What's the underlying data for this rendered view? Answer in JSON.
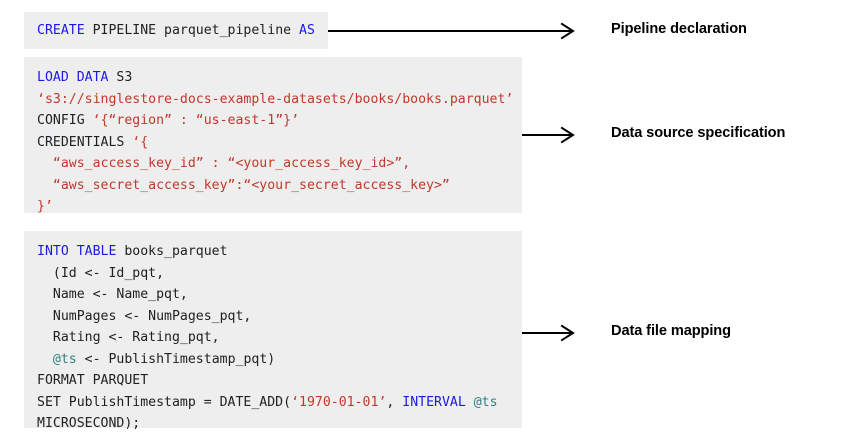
{
  "diagram": {
    "title": "CREATE PIPELINE parquet_pipeline annotated syntax breakdown",
    "colors": {
      "code_background": "#eeeeee",
      "keyword": "#1a1ae6",
      "string": "#c0392b",
      "variable": "#2f8080",
      "text": "#202124",
      "arrow": "#000000",
      "page_background": "#ffffff"
    }
  },
  "blocks": [
    {
      "id": "declaration",
      "name": "pipeline-declaration-block",
      "lines": [
        [
          {
            "t": "CREATE",
            "c": "kw"
          },
          {
            "t": " PIPELINE parquet_pipeline ",
            "c": "plain"
          },
          {
            "t": "AS",
            "c": "kw"
          }
        ]
      ],
      "annotation": {
        "label": "Pipeline declaration",
        "arrow": "arrow-right"
      }
    },
    {
      "id": "source",
      "name": "data-source-specification-block",
      "lines": [
        [
          {
            "t": "LOAD DATA",
            "c": "kw"
          },
          {
            "t": " S3",
            "c": "plain"
          }
        ],
        [
          {
            "t": "‘s3://singlestore-docs-example-datasets/books/books.parquet’",
            "c": "str"
          }
        ],
        [
          {
            "t": "CONFIG ",
            "c": "plain"
          },
          {
            "t": "‘{“region” : “us-east-1”}’",
            "c": "str"
          }
        ],
        [
          {
            "t": "CREDENTIALS ",
            "c": "plain"
          },
          {
            "t": "‘{",
            "c": "str"
          }
        ],
        [
          {
            "t": "  “aws_access_key_id” : “<your_access_key_id>”,",
            "c": "str"
          }
        ],
        [
          {
            "t": "  “aws_secret_access_key”:“<your_secret_access_key>”",
            "c": "str"
          }
        ],
        [
          {
            "t": "}’",
            "c": "str"
          }
        ]
      ],
      "annotation": {
        "label": "Data source specification",
        "arrow": "arrow-right"
      }
    },
    {
      "id": "mapping",
      "name": "data-file-mapping-block",
      "lines": [
        [
          {
            "t": "INTO TABLE",
            "c": "kw"
          },
          {
            "t": " books_parquet",
            "c": "plain"
          }
        ],
        [
          {
            "t": "  (Id <- Id_pqt,",
            "c": "plain"
          }
        ],
        [
          {
            "t": "  Name <- Name_pqt,",
            "c": "plain"
          }
        ],
        [
          {
            "t": "  NumPages <- NumPages_pqt,",
            "c": "plain"
          }
        ],
        [
          {
            "t": "  Rating <- Rating_pqt,",
            "c": "plain"
          }
        ],
        [
          {
            "t": "  ",
            "c": "plain"
          },
          {
            "t": "@ts",
            "c": "var"
          },
          {
            "t": " <- PublishTimestamp_pqt)",
            "c": "plain"
          }
        ],
        [
          {
            "t": "FORMAT PARQUET",
            "c": "plain"
          }
        ],
        [
          {
            "t": "SET PublishTimestamp = DATE_ADD(",
            "c": "plain"
          },
          {
            "t": "‘1970-01-01’",
            "c": "str"
          },
          {
            "t": ", ",
            "c": "plain"
          },
          {
            "t": "INTERVAL",
            "c": "kw"
          },
          {
            "t": " ",
            "c": "plain"
          },
          {
            "t": "@ts",
            "c": "var"
          }
        ],
        [
          {
            "t": "MICROSECOND);",
            "c": "plain"
          }
        ]
      ],
      "annotation": {
        "label": "Data file mapping",
        "arrow": "arrow-right"
      }
    }
  ]
}
